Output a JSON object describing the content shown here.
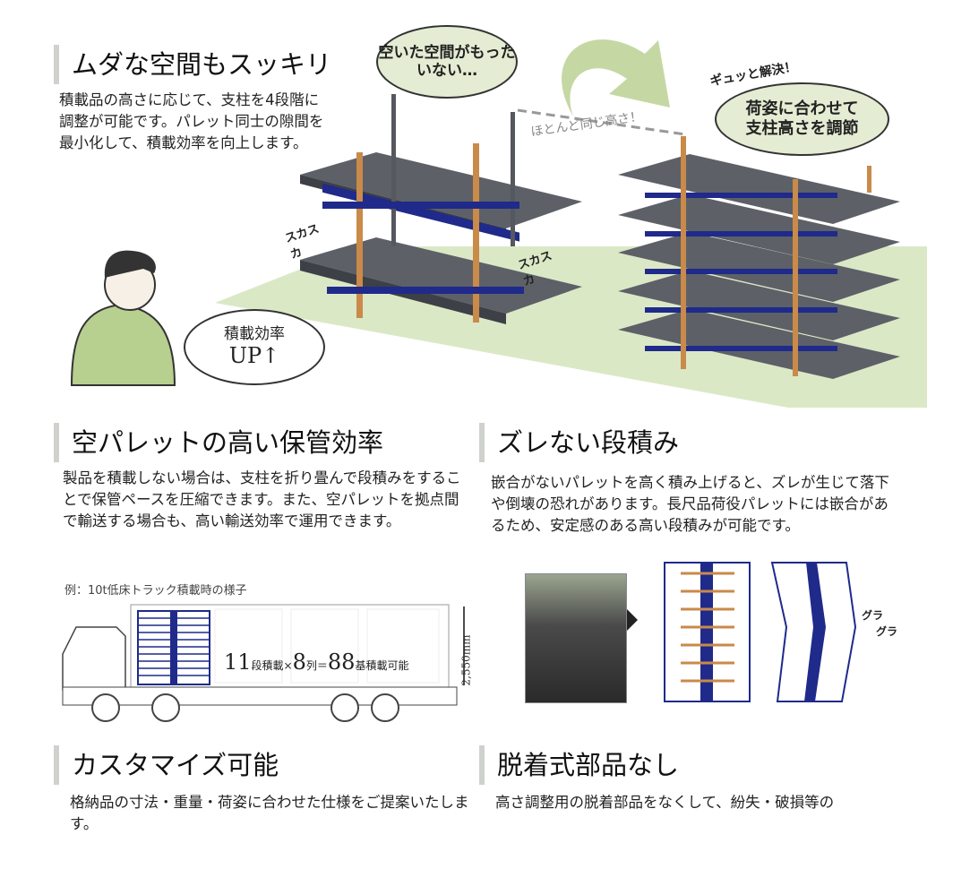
{
  "sections": {
    "space": {
      "title": "ムダな空間もスッキリ",
      "body": "積載品の高さに応じて、支柱を4段階に調整が可能です。パレット同士の隙間を最小化して、積載効率を向上します。",
      "bubble_wasted": "空いた空間がもったいない…",
      "solved": "ギュッと解決！",
      "bubble_adjust": "荷姿に合わせて支柱高さを調節",
      "same_height": "ほとんど同じ高さ！",
      "suka1": "スカスカ",
      "suka2": "スカスカ",
      "bubble_efficiency": "積載効率",
      "bubble_up": "UP↑"
    },
    "empty_storage": {
      "title": "空パレットの高い保管効率",
      "body": "製品を積載しない場合は、支柱を折り畳んで段積みをすることで保管ペースを圧縮できます。また、空パレットを拠点間で輸送する場合も、高い輸送効率で運用できます。",
      "caption": "例：10t低床トラック積載時の様子",
      "n1": "11",
      "u1": "段積載×",
      "n2": "8",
      "u2": "列＝",
      "n3": "88",
      "u3": "基積載可能",
      "height": "2,550mm"
    },
    "no_shift": {
      "title": "ズレない段積み",
      "body": "嵌合がないパレットを高く積み上げると、ズレが生じて落下や倒壊の恐れがあります。長尺品荷役パレットには嵌合があるため、安定感のある高い段積みが可能です。",
      "gura1": "グラ",
      "gura2": "グラ"
    },
    "custom": {
      "title": "カスタマイズ可能",
      "body": "格納品の寸法・重量・荷姿に合わせた仕様をご提案いたします。"
    },
    "no_parts": {
      "title": "脱着式部品なし",
      "body": "高さ調整用の脱着部品をなくして、紛失・破損等の"
    }
  },
  "colors": {
    "accent_green": "#c5d8a4",
    "ground": "#dbe8c6",
    "rack_blue": "#1f2a8a",
    "wood": "#c98a4a",
    "beam": "#55585e"
  }
}
